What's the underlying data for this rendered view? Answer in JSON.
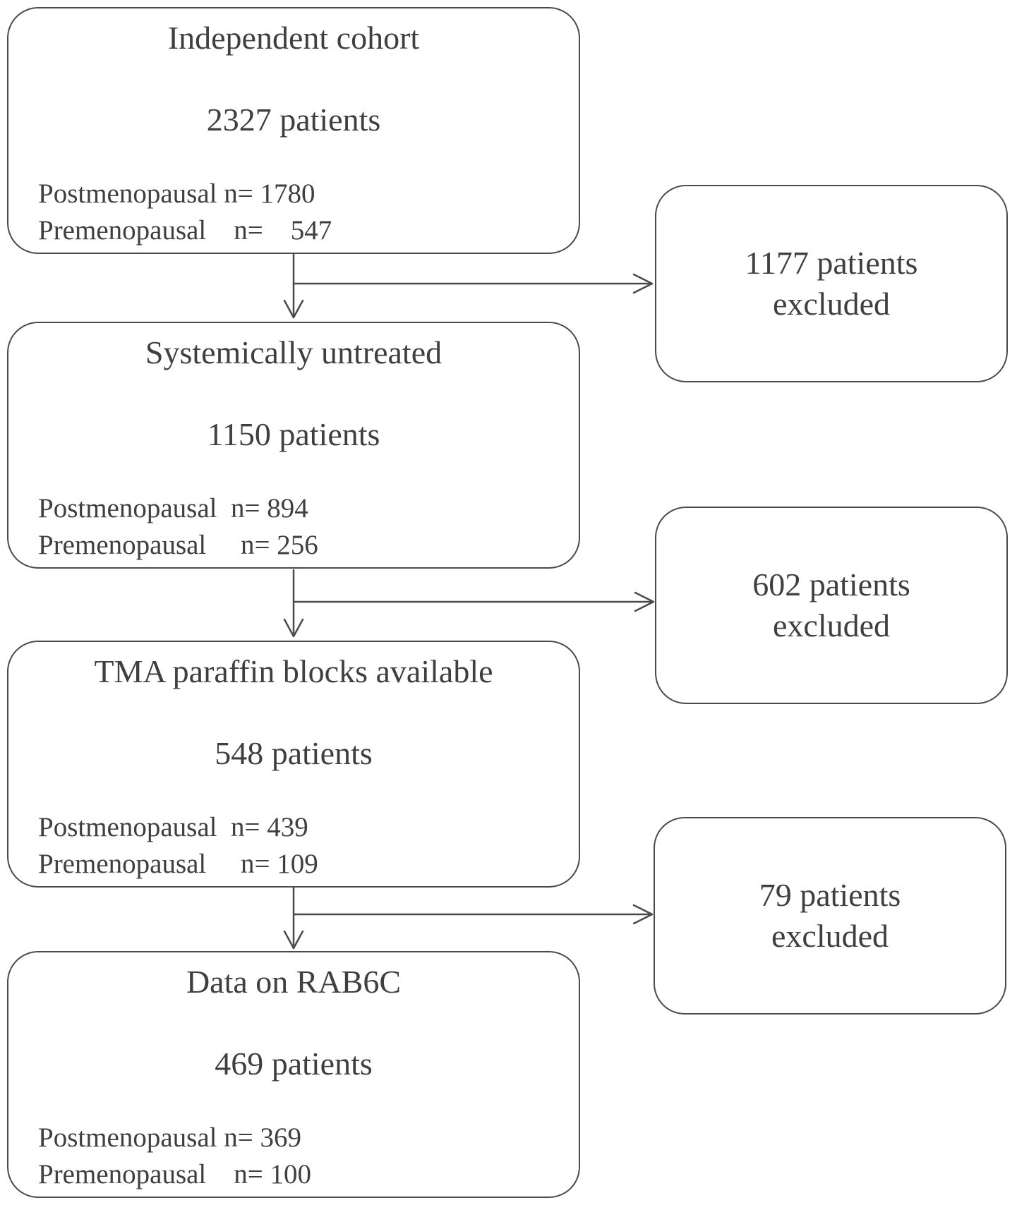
{
  "stages": [
    {
      "title": "Independent cohort",
      "count": "2327 patients",
      "postmenopausal": "Postmenopausal n= 1780",
      "premenopausal": "Premenopausal    n=    547"
    },
    {
      "title": "Systemically untreated",
      "count": "1150 patients",
      "postmenopausal": "Postmenopausal  n= 894",
      "premenopausal": "Premenopausal     n= 256"
    },
    {
      "title": "TMA paraffin blocks available",
      "count": "548 patients",
      "postmenopausal": "Postmenopausal  n= 439",
      "premenopausal": "Premenopausal     n= 109"
    },
    {
      "title": "Data on RAB6C",
      "count": "469 patients",
      "postmenopausal": "Postmenopausal n= 369",
      "premenopausal": "Premenopausal    n= 100"
    }
  ],
  "exclusions": [
    {
      "line1": "1177 patients",
      "line2": "excluded"
    },
    {
      "line1": "602 patients",
      "line2": "excluded"
    },
    {
      "line1": "79 patients",
      "line2": "excluded"
    }
  ],
  "colors": {
    "stroke": "#4a4a4a",
    "text": "#3f3f3f",
    "background": "#ffffff"
  }
}
